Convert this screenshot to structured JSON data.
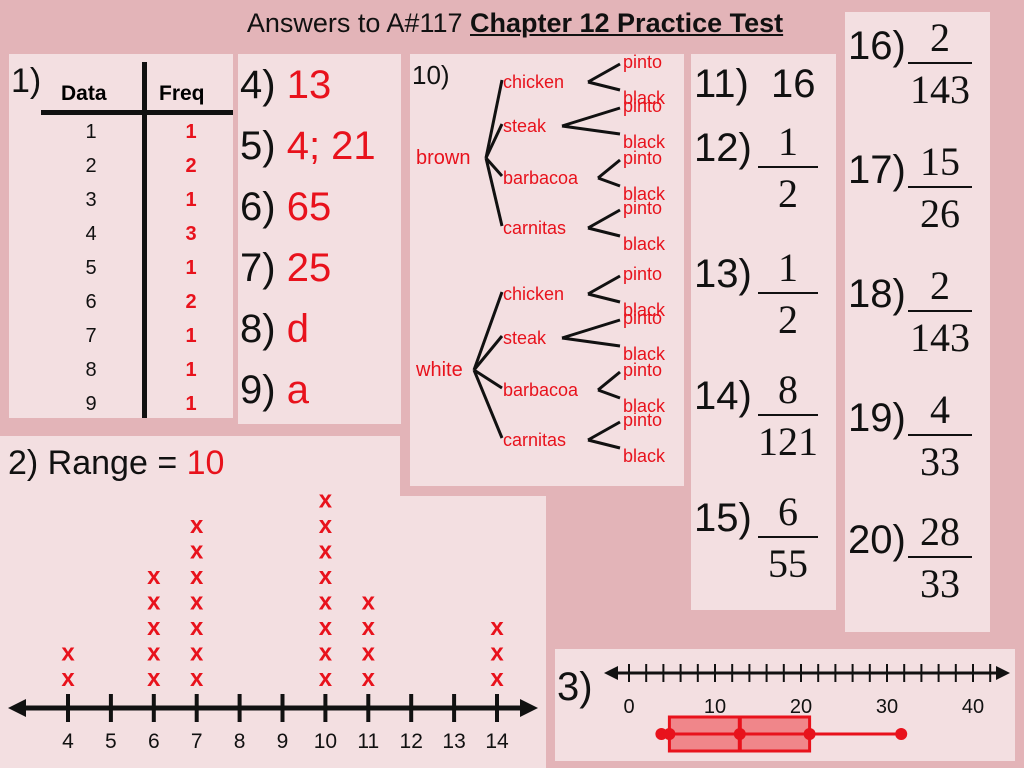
{
  "title": {
    "prefix": "Answers to A#117 ",
    "bold": "Chapter 12 Practice Test"
  },
  "q1": {
    "label": "1)",
    "headers": {
      "data": "Data",
      "freq": "Freq"
    },
    "rows": [
      {
        "data": "1",
        "freq": "1"
      },
      {
        "data": "2",
        "freq": "2"
      },
      {
        "data": "3",
        "freq": "1"
      },
      {
        "data": "4",
        "freq": "3"
      },
      {
        "data": "5",
        "freq": "1"
      },
      {
        "data": "6",
        "freq": "2"
      },
      {
        "data": "7",
        "freq": "1"
      },
      {
        "data": "8",
        "freq": "1"
      },
      {
        "data": "9",
        "freq": "1"
      }
    ]
  },
  "q2": {
    "label": "2) Range = ",
    "value": "10",
    "mark": "x",
    "ticks": [
      "4",
      "5",
      "6",
      "7",
      "8",
      "9",
      "10",
      "11",
      "12",
      "13",
      "14"
    ],
    "counts": {
      "4": 2,
      "6": 5,
      "7": 7,
      "10": 8,
      "11": 4,
      "14": 3
    }
  },
  "q3": {
    "label": "3)",
    "tick_labels": [
      "0",
      "10",
      "20",
      "30",
      "40"
    ],
    "boxplot": {
      "min": 4,
      "q1": 4,
      "median": 13,
      "q3": 21,
      "max": 32
    }
  },
  "answers_4_9": [
    {
      "num": "4)",
      "ans": "13"
    },
    {
      "num": "5)",
      "ans": "4; 21"
    },
    {
      "num": "6)",
      "ans": "65"
    },
    {
      "num": "7)",
      "ans": "25"
    },
    {
      "num": "8)",
      "ans": "d"
    },
    {
      "num": "9)",
      "ans": "a"
    }
  ],
  "q10": {
    "label": "10)",
    "colors": [
      "brown",
      "white"
    ],
    "meats": [
      "chicken",
      "steak",
      "barbacoa",
      "carnitas"
    ],
    "beans": [
      "pinto",
      "black"
    ]
  },
  "q11": {
    "num": "11)",
    "ans": "16"
  },
  "fractions_12_15": [
    {
      "num": "12)",
      "n": "1",
      "d": "2"
    },
    {
      "num": "13)",
      "n": "1",
      "d": "2"
    },
    {
      "num": "14)",
      "n": "8",
      "d": "121"
    },
    {
      "num": "15)",
      "n": "6",
      "d": "55"
    }
  ],
  "fractions_16_20": [
    {
      "num": "16)",
      "n": "2",
      "d": "143"
    },
    {
      "num": "17)",
      "n": "15",
      "d": "26"
    },
    {
      "num": "18)",
      "n": "2",
      "d": "143"
    },
    {
      "num": "19)",
      "n": "4",
      "d": "33"
    },
    {
      "num": "20)",
      "n": "28",
      "d": "33"
    }
  ],
  "colors": {
    "background": "#e3b4b8",
    "panel": "#f3dfe1",
    "answer_red": "#e8121c",
    "box_fill": "#f0868a"
  }
}
